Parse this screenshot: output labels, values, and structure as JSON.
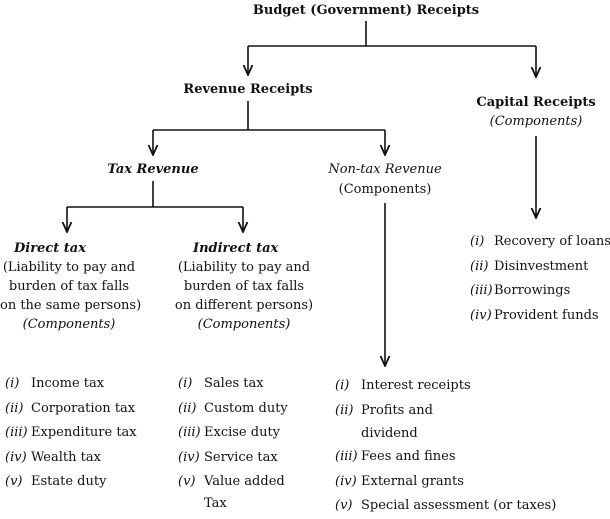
{
  "root": {
    "title": "Budget (Government) Receipts"
  },
  "revenue": {
    "title": "Revenue Receipts"
  },
  "capital": {
    "title": "Capital Receipts",
    "subtitle": "(Components)",
    "items": [
      {
        "num": "(i)",
        "text": "Recovery of loans"
      },
      {
        "num": "(ii)",
        "text": "Disinvestment"
      },
      {
        "num": "(iii)",
        "text": "Borrowings"
      },
      {
        "num": "(iv)",
        "text": "Provident funds"
      }
    ]
  },
  "tax_revenue": {
    "title": "Tax Revenue"
  },
  "non_tax": {
    "title": "Non-tax Revenue",
    "subtitle": "(Components)",
    "items": [
      {
        "num": "(i)",
        "text": "Interest receipts"
      },
      {
        "num": "(ii)",
        "text": "Profits and",
        "cont": "dividend"
      },
      {
        "num": "(iii)",
        "text": "Fees and fines"
      },
      {
        "num": "(iv)",
        "text": "External grants"
      },
      {
        "num": "(v)",
        "text": "Special assessment (or taxes)"
      }
    ]
  },
  "direct": {
    "title": "Direct tax",
    "desc": [
      "(Liability to pay and",
      "burden of tax falls",
      "on the same persons)"
    ],
    "components": "(Components)",
    "items": [
      {
        "num": "(i)",
        "text": "Income tax"
      },
      {
        "num": "(ii)",
        "text": "Corporation tax"
      },
      {
        "num": "(iii)",
        "text": "Expenditure tax"
      },
      {
        "num": "(iv)",
        "text": "Wealth tax"
      },
      {
        "num": "(v)",
        "text": "Estate duty"
      }
    ]
  },
  "indirect": {
    "title": "Indirect tax",
    "desc": [
      "(Liability to pay and",
      "burden of tax falls",
      "on different persons)"
    ],
    "components": "(Components)",
    "items": [
      {
        "num": "(i)",
        "text": "Sales tax"
      },
      {
        "num": "(ii)",
        "text": "Custom duty"
      },
      {
        "num": "(iii)",
        "text": "Excise duty"
      },
      {
        "num": "(iv)",
        "text": "Service tax"
      },
      {
        "num": "(v)",
        "text": "Value added",
        "cont": "Tax"
      }
    ]
  },
  "style": {
    "line_color": "#111111"
  }
}
